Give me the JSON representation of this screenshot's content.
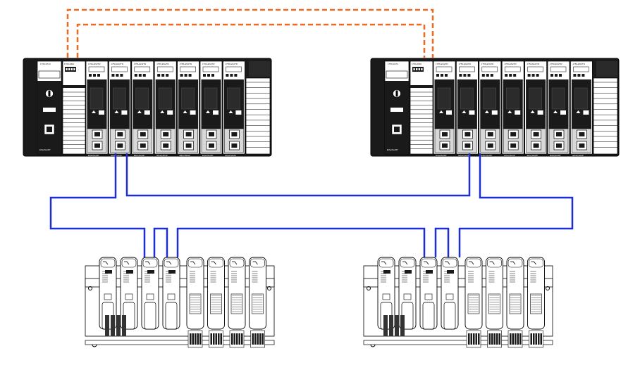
{
  "colors": {
    "redundancy_link": "#ee6a1f",
    "ethernet_cable": "#1c2fd0",
    "chassis_dark": "#1a1a1a",
    "module_body": "#ffffff",
    "outline": "#000000"
  },
  "controllers": [
    {
      "psu_label": "1756-PA72",
      "redundancy_module_label": "1756-RM2",
      "module_labels": [
        "1756-EN2TR",
        "1756-EN2TR",
        "1756-EN2TR",
        "1756-EN2TR",
        "1756-EN2TR",
        "1756-EN2TR",
        "1756-EN2TR"
      ],
      "footer_labels": [
        "EtherNet/IP",
        "EtherNet/IP",
        "EtherNet/IP",
        "EtherNet/IP",
        "EtherNet/IP",
        "EtherNet/IP",
        "EtherNet/IP",
        "EtherNet/IP"
      ]
    },
    {
      "psu_label": "1756-PA72",
      "redundancy_module_label": "1756-RM2",
      "module_labels": [
        "1756-EN2TR",
        "1756-EN2TR",
        "1756-EN2TR",
        "1756-EN2TR",
        "1756-EN2TR",
        "1756-EN2TR",
        "1756-EN2TR"
      ],
      "footer_labels": [
        "EtherNet/IP",
        "EtherNet/IP",
        "EtherNet/IP",
        "EtherNet/IP",
        "EtherNet/IP",
        "EtherNet/IP",
        "EtherNet/IP",
        "EtherNet/IP"
      ]
    }
  ],
  "io_racks": [
    {
      "module_count": 8,
      "adapter_count": 4
    },
    {
      "module_count": 8,
      "adapter_count": 4
    }
  ]
}
